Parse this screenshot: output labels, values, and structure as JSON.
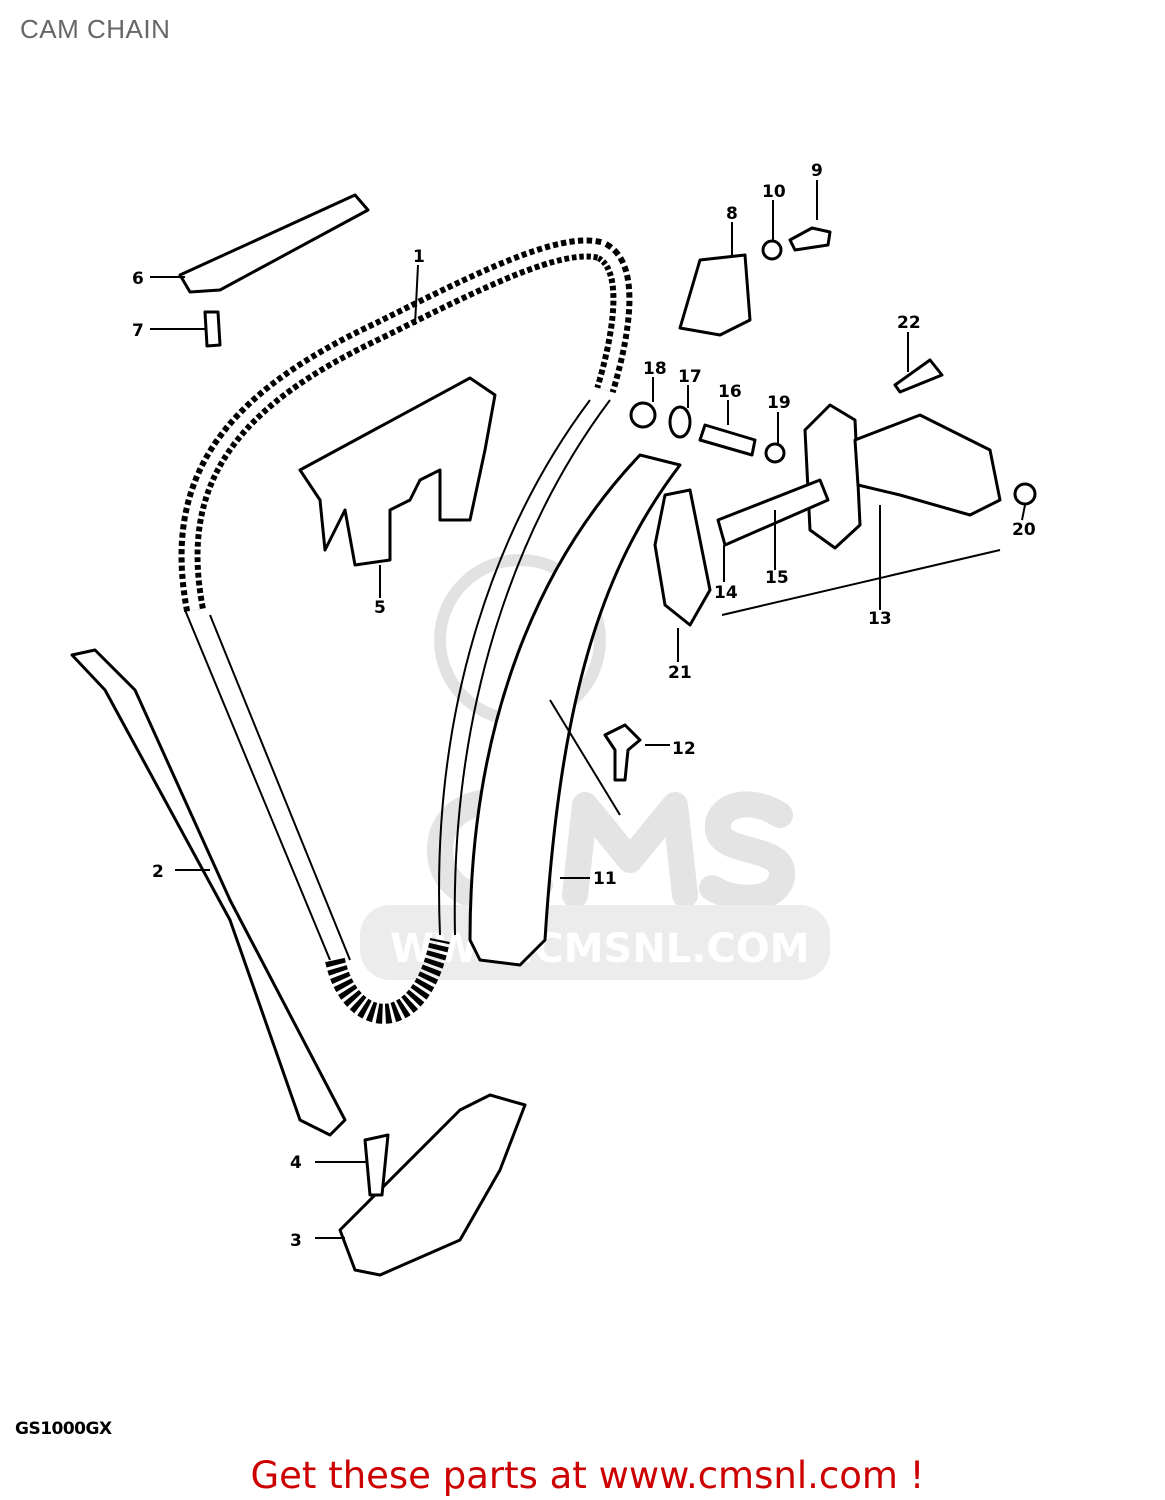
{
  "title": "CAM CHAIN",
  "model": "GS1000GX",
  "promo": "Get these parts at www.cmsnl.com !",
  "watermark": {
    "text": "CMS",
    "url": "WWW.CMSNL.COM"
  },
  "colors": {
    "promo": "#cc0000",
    "title": "#666666",
    "watermark": "#e2e2e2"
  },
  "part_labels": [
    "1",
    "2",
    "3",
    "4",
    "5",
    "6",
    "7",
    "8",
    "9",
    "10",
    "11",
    "12",
    "13",
    "14",
    "15",
    "16",
    "17",
    "18",
    "19",
    "20",
    "21",
    "22"
  ]
}
